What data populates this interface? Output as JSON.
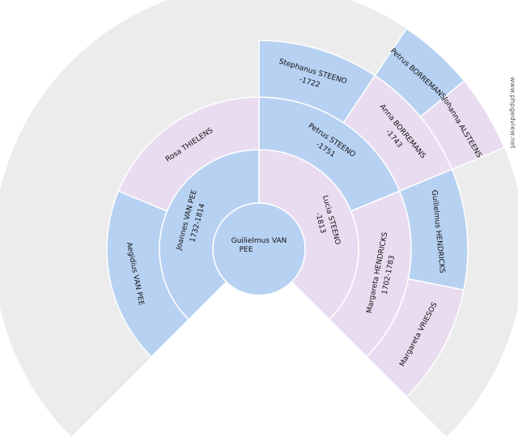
{
  "watermark": "www.phpgedview.net",
  "colors": {
    "male": "#b7d1f2",
    "female": "#e9dcf0",
    "empty": "#ececec",
    "stroke": "#ffffff"
  },
  "root": {
    "line1": "Guilielmus VAN",
    "line2": "PEE"
  },
  "persons": [
    {
      "gen": 1,
      "index": 0,
      "sex": "male",
      "name": "Joannes VAN PEE",
      "dates": "1732-1814"
    },
    {
      "gen": 1,
      "index": 1,
      "sex": "female",
      "name": "Lucia STEENO",
      "dates": "-1813"
    },
    {
      "gen": 2,
      "index": 0,
      "sex": "male",
      "name": "Aegidius VAN PEE",
      "dates": ""
    },
    {
      "gen": 2,
      "index": 1,
      "sex": "female",
      "name": "Rosa THIELENS",
      "dates": ""
    },
    {
      "gen": 2,
      "index": 2,
      "sex": "male",
      "name": "Petrus STEENO",
      "dates": "-1751"
    },
    {
      "gen": 2,
      "index": 3,
      "sex": "female",
      "name": "Margareta HENDRICKS",
      "dates": "1702-1783"
    },
    {
      "gen": 3,
      "index": 4,
      "sex": "male",
      "name": "Stephanus STEENO",
      "dates": "-1722"
    },
    {
      "gen": 3,
      "index": 5,
      "sex": "female",
      "name": "Anna BORREMANS",
      "dates": "-1743"
    },
    {
      "gen": 3,
      "index": 6,
      "sex": "male",
      "name": "Guilielmus HENDRICKS",
      "dates": ""
    },
    {
      "gen": 3,
      "index": 7,
      "sex": "female",
      "name": "Margareta VRIESOS",
      "dates": ""
    },
    {
      "gen": 4,
      "index": 10,
      "sex": "male",
      "name": "Petrus BORREMANS",
      "dates": ""
    },
    {
      "gen": 4,
      "index": 11,
      "sex": "female",
      "name": "Johanna ALSTEENS",
      "dates": ""
    }
  ]
}
